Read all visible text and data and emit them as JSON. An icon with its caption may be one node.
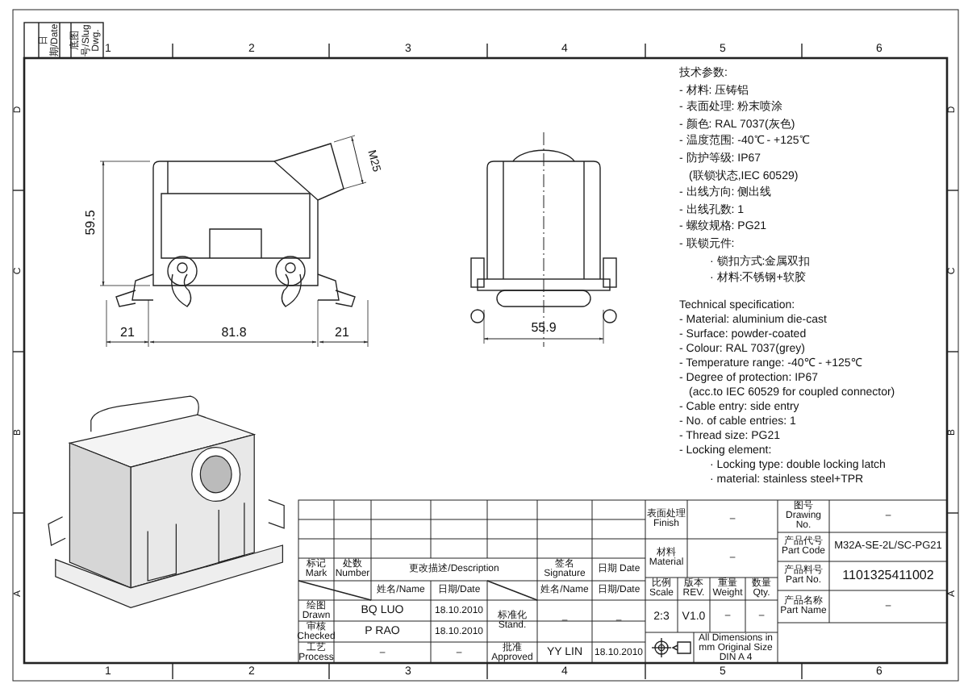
{
  "diagram": {
    "labels": [
      "日期/Date",
      "底图号/Slug Dwg.",
      "1",
      "2",
      "3",
      "4",
      "5",
      "6",
      "D",
      "C",
      "B",
      "A",
      "D",
      "C",
      "B",
      "A",
      "59.5",
      "M25",
      "21",
      "81.8",
      "21",
      "55.9",
      "技术参数:",
      "- 材料: 压铸铝",
      "- 表面处理: 粉末喷涂",
      "- 颜色: RAL 7037(灰色)",
      "- 温度范围: -40℃ - +125℃",
      "- 防护等级: IP67",
      "(联锁状态,IEC 60529)",
      "- 出线方向: 侧出线",
      "- 出线孔数: 1",
      "- 螺纹规格: PG21",
      "- 联锁元件:",
      "· 锁扣方式:金属双扣",
      "· 材料:不锈钢+软胶",
      "Technical specification:",
      "- Material: aluminium die-cast",
      "- Surface: powder-coated",
      "- Colour: RAL 7037(grey)",
      "- Temperature range: -40℃ - +125℃",
      "- Degree of protection: IP67",
      "(acc.to IEC 60529 for coupled connector)",
      "- Cable entry: side entry",
      "- No. of cable entries: 1",
      "- Thread size: PG21",
      "- Locking element:",
      "· Locking type: double locking latch",
      "· material: stainless steel+TPR",
      "表面处理 Finish",
      "–",
      "图号 Drawing No.",
      "–",
      "产品代号 Part Code",
      "M32A-SE-2L/SC-PG21",
      "材料 Material",
      "–",
      "标记 Mark",
      "处数 Number",
      "更改描述/Description",
      "签名 Signature",
      "日期 Date",
      "产品料号 Part No.",
      "1101325411002",
      "姓名/Name",
      "日期/Date",
      "姓名/Name",
      "日期/Date",
      "比例 Scale",
      "版本 REV.",
      "重量 Weight",
      "数量 Qty.",
      "产品名称 Part Name",
      "–",
      "绘图 Drawn",
      "BQ LUO",
      "18.10.2010",
      "标准化 Stand.",
      "–",
      "–",
      "2:3",
      "V1.0",
      "–",
      "–",
      "审核 Checked",
      "P RAO",
      "18.10.2010",
      "工艺 Process",
      "–",
      "–",
      "批准 Approved",
      "YY LIN",
      "18.10.2010",
      "All Dimensions in mm Original Size DIN A 4",
      "1",
      "2",
      "3",
      "4",
      "5",
      "6"
    ]
  }
}
